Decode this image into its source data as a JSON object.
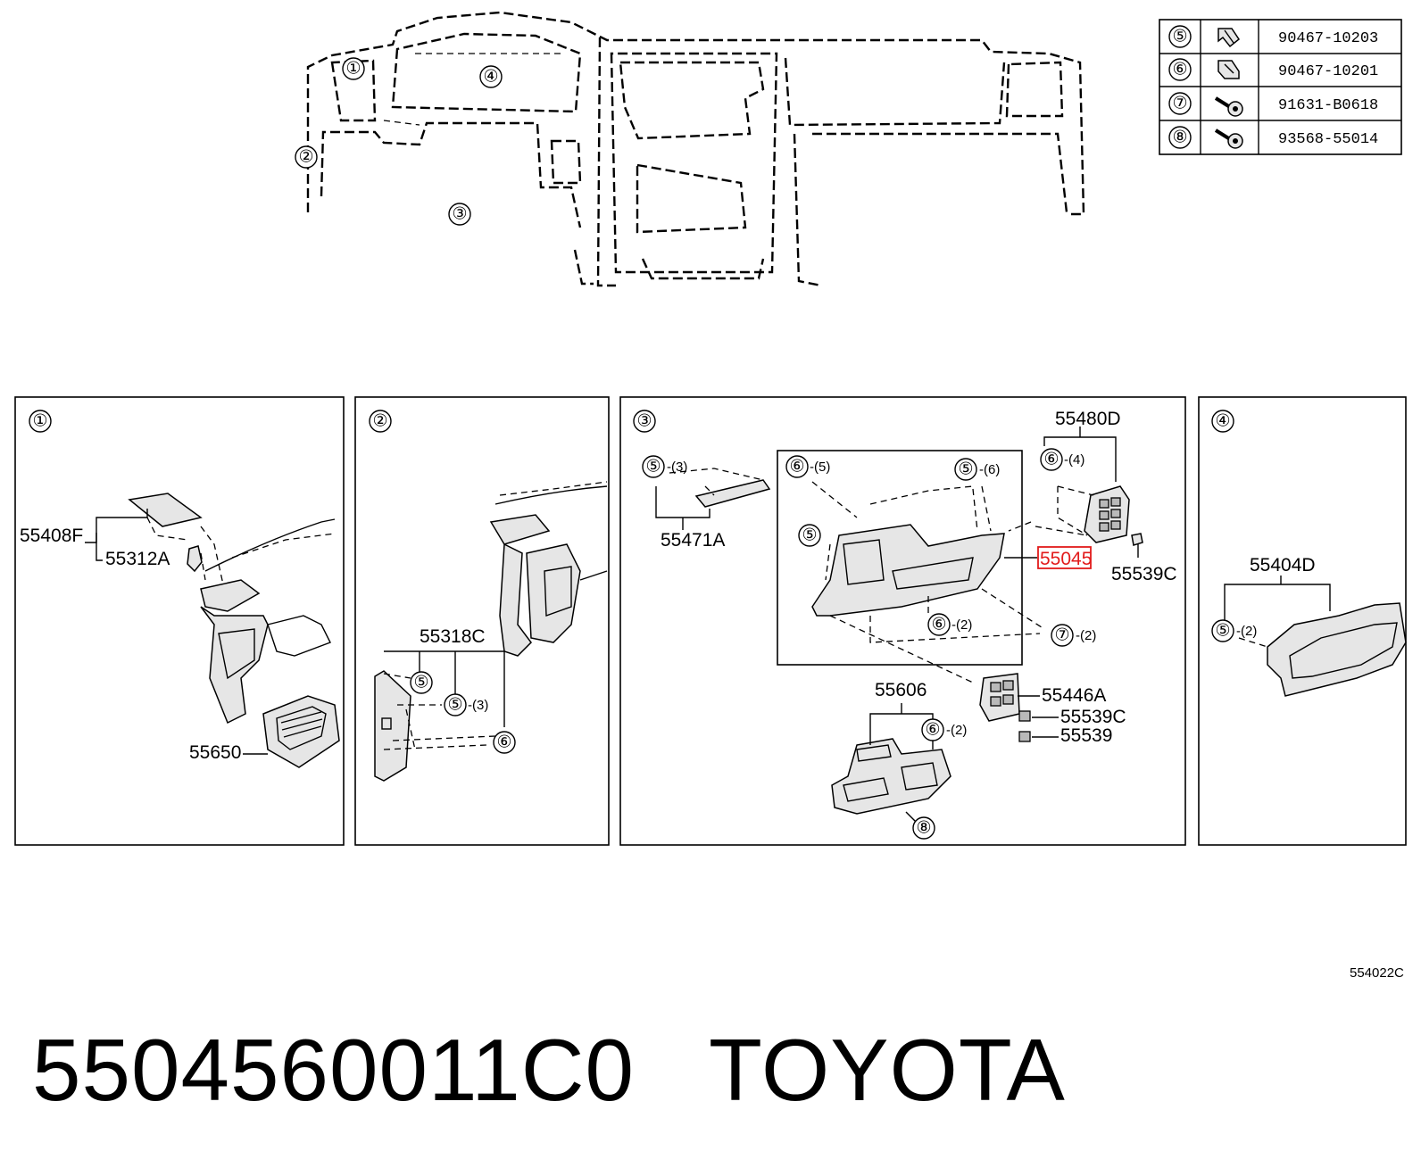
{
  "fastener_table": [
    {
      "ref": "⑤",
      "part_no": "90467-10203",
      "icon": "clip-icon"
    },
    {
      "ref": "⑥",
      "part_no": "90467-10201",
      "icon": "clip-icon"
    },
    {
      "ref": "⑦",
      "part_no": "91631-B0618",
      "icon": "screw-icon"
    },
    {
      "ref": "⑧",
      "part_no": "93568-55014",
      "icon": "screw-icon"
    }
  ],
  "overview": {
    "callouts": [
      "①",
      "②",
      "③",
      "④"
    ]
  },
  "panels": {
    "p1": {
      "number": "①",
      "labels": [
        "55408F",
        "55312A",
        "55650"
      ]
    },
    "p2": {
      "number": "②",
      "labels": [
        "55318C",
        "⑤",
        "⑤",
        "-(3)",
        "⑥"
      ]
    },
    "p3": {
      "number": "③",
      "labels": [
        "⑤",
        "-(3)",
        "55471A",
        "⑥",
        "-(5)",
        "⑤",
        "-(6)",
        "⑤",
        "⑥",
        "-(2)",
        "⑦",
        "-(2)",
        "55480D",
        "⑥",
        "-(4)",
        "55539C",
        "55606",
        "⑥",
        "-(2)",
        "55446A",
        "55539C",
        "55539",
        "⑧"
      ],
      "highlight": "55045"
    },
    "p4": {
      "number": "④",
      "labels": [
        "55404D",
        "⑤",
        "-(2)"
      ]
    }
  },
  "reference_code": "554022C",
  "footer_text": "550456001 1C0   TOYOTA",
  "footer": {
    "part_number": "55045600 11C0",
    "brand": "TOYOTA"
  },
  "colors": {
    "highlight": "#e21b1b"
  }
}
